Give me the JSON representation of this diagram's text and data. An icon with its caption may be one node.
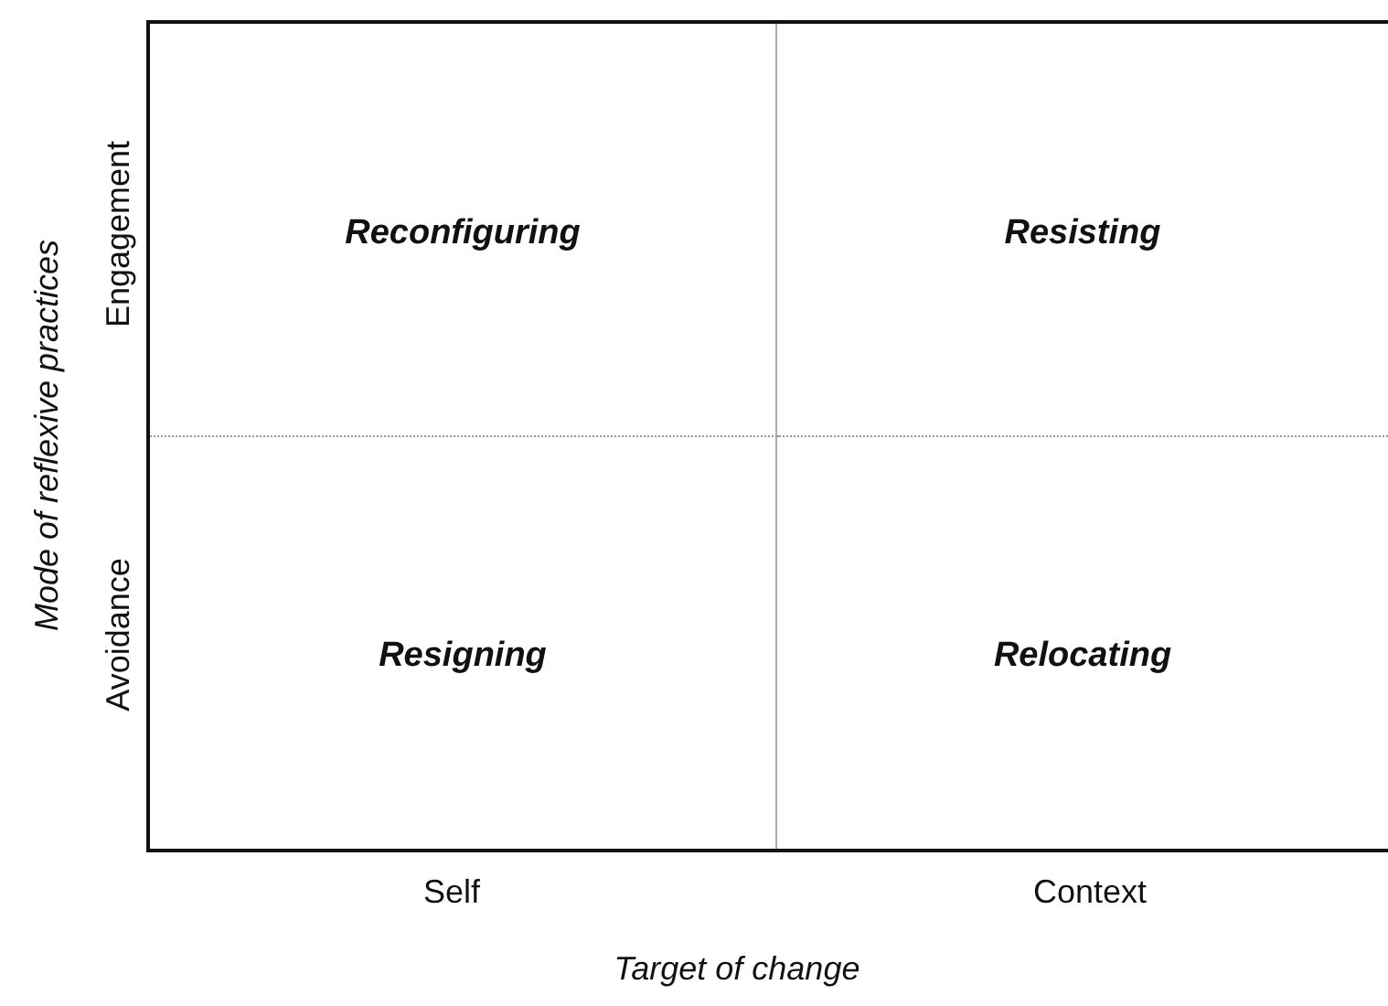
{
  "diagram": {
    "nodes": [
      {
        "text": [
          "Reconfiguring"
        ]
      },
      {
        "text": [
          "Resisting"
        ]
      },
      {
        "text": [
          "Resigning"
        ]
      },
      {
        "text": [
          "Relocating"
        ]
      }
    ],
    "labels": [
      "Mode of reflexive practices",
      "Engagement",
      "Avoidance",
      "Self",
      "Context",
      "Target of change"
    ]
  }
}
